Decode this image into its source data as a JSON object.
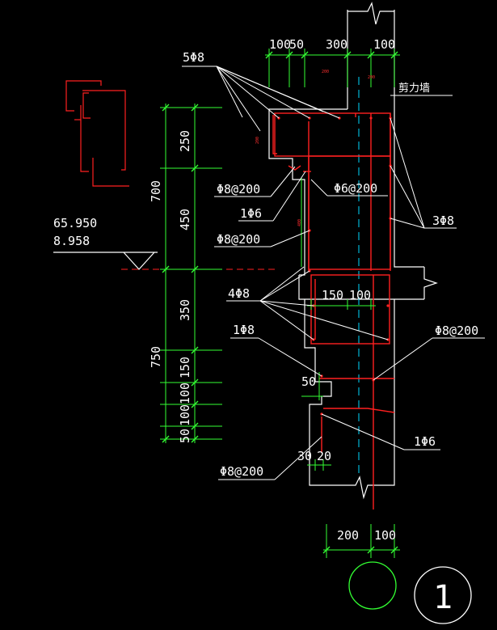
{
  "colors": {
    "background": "#000000",
    "outline": "#ffffff",
    "rebar": "#ff2020",
    "dimension": "#33ff33",
    "centerline": "#00d8ff"
  },
  "labels": {
    "top_rebar": "5Φ8",
    "stirrup_1": "Φ8@200",
    "link_1": "1Φ6",
    "stirrup_2": "Φ8@200",
    "stirrup_3": "Φ6@200",
    "side_rebar": "3Φ8",
    "mid_rebar": "4Φ8",
    "bottom_bar": "1Φ8",
    "stirrup_4": "Φ8@200",
    "link_2": "1Φ6",
    "stirrup_5": "Φ8@200",
    "wall_label": "剪力墙",
    "level_1": "65.950",
    "level_2": "8.958",
    "detail_number": "1"
  },
  "dimensions": {
    "top": [
      "100",
      "50",
      "300",
      "100"
    ],
    "top_small": [
      "200",
      "200"
    ],
    "vertical_total_upper": "700",
    "vertical_upper": [
      "250",
      "450"
    ],
    "vertical_total_lower": "750",
    "vertical_lower": [
      "350",
      "150",
      "100",
      "100",
      "50"
    ],
    "mid_horizontal": [
      "150",
      "100"
    ],
    "notch": "50",
    "notch_bottom": [
      "30",
      "20"
    ],
    "small_vertical": "400",
    "small_box": "200",
    "bottom": [
      "200",
      "100"
    ]
  }
}
